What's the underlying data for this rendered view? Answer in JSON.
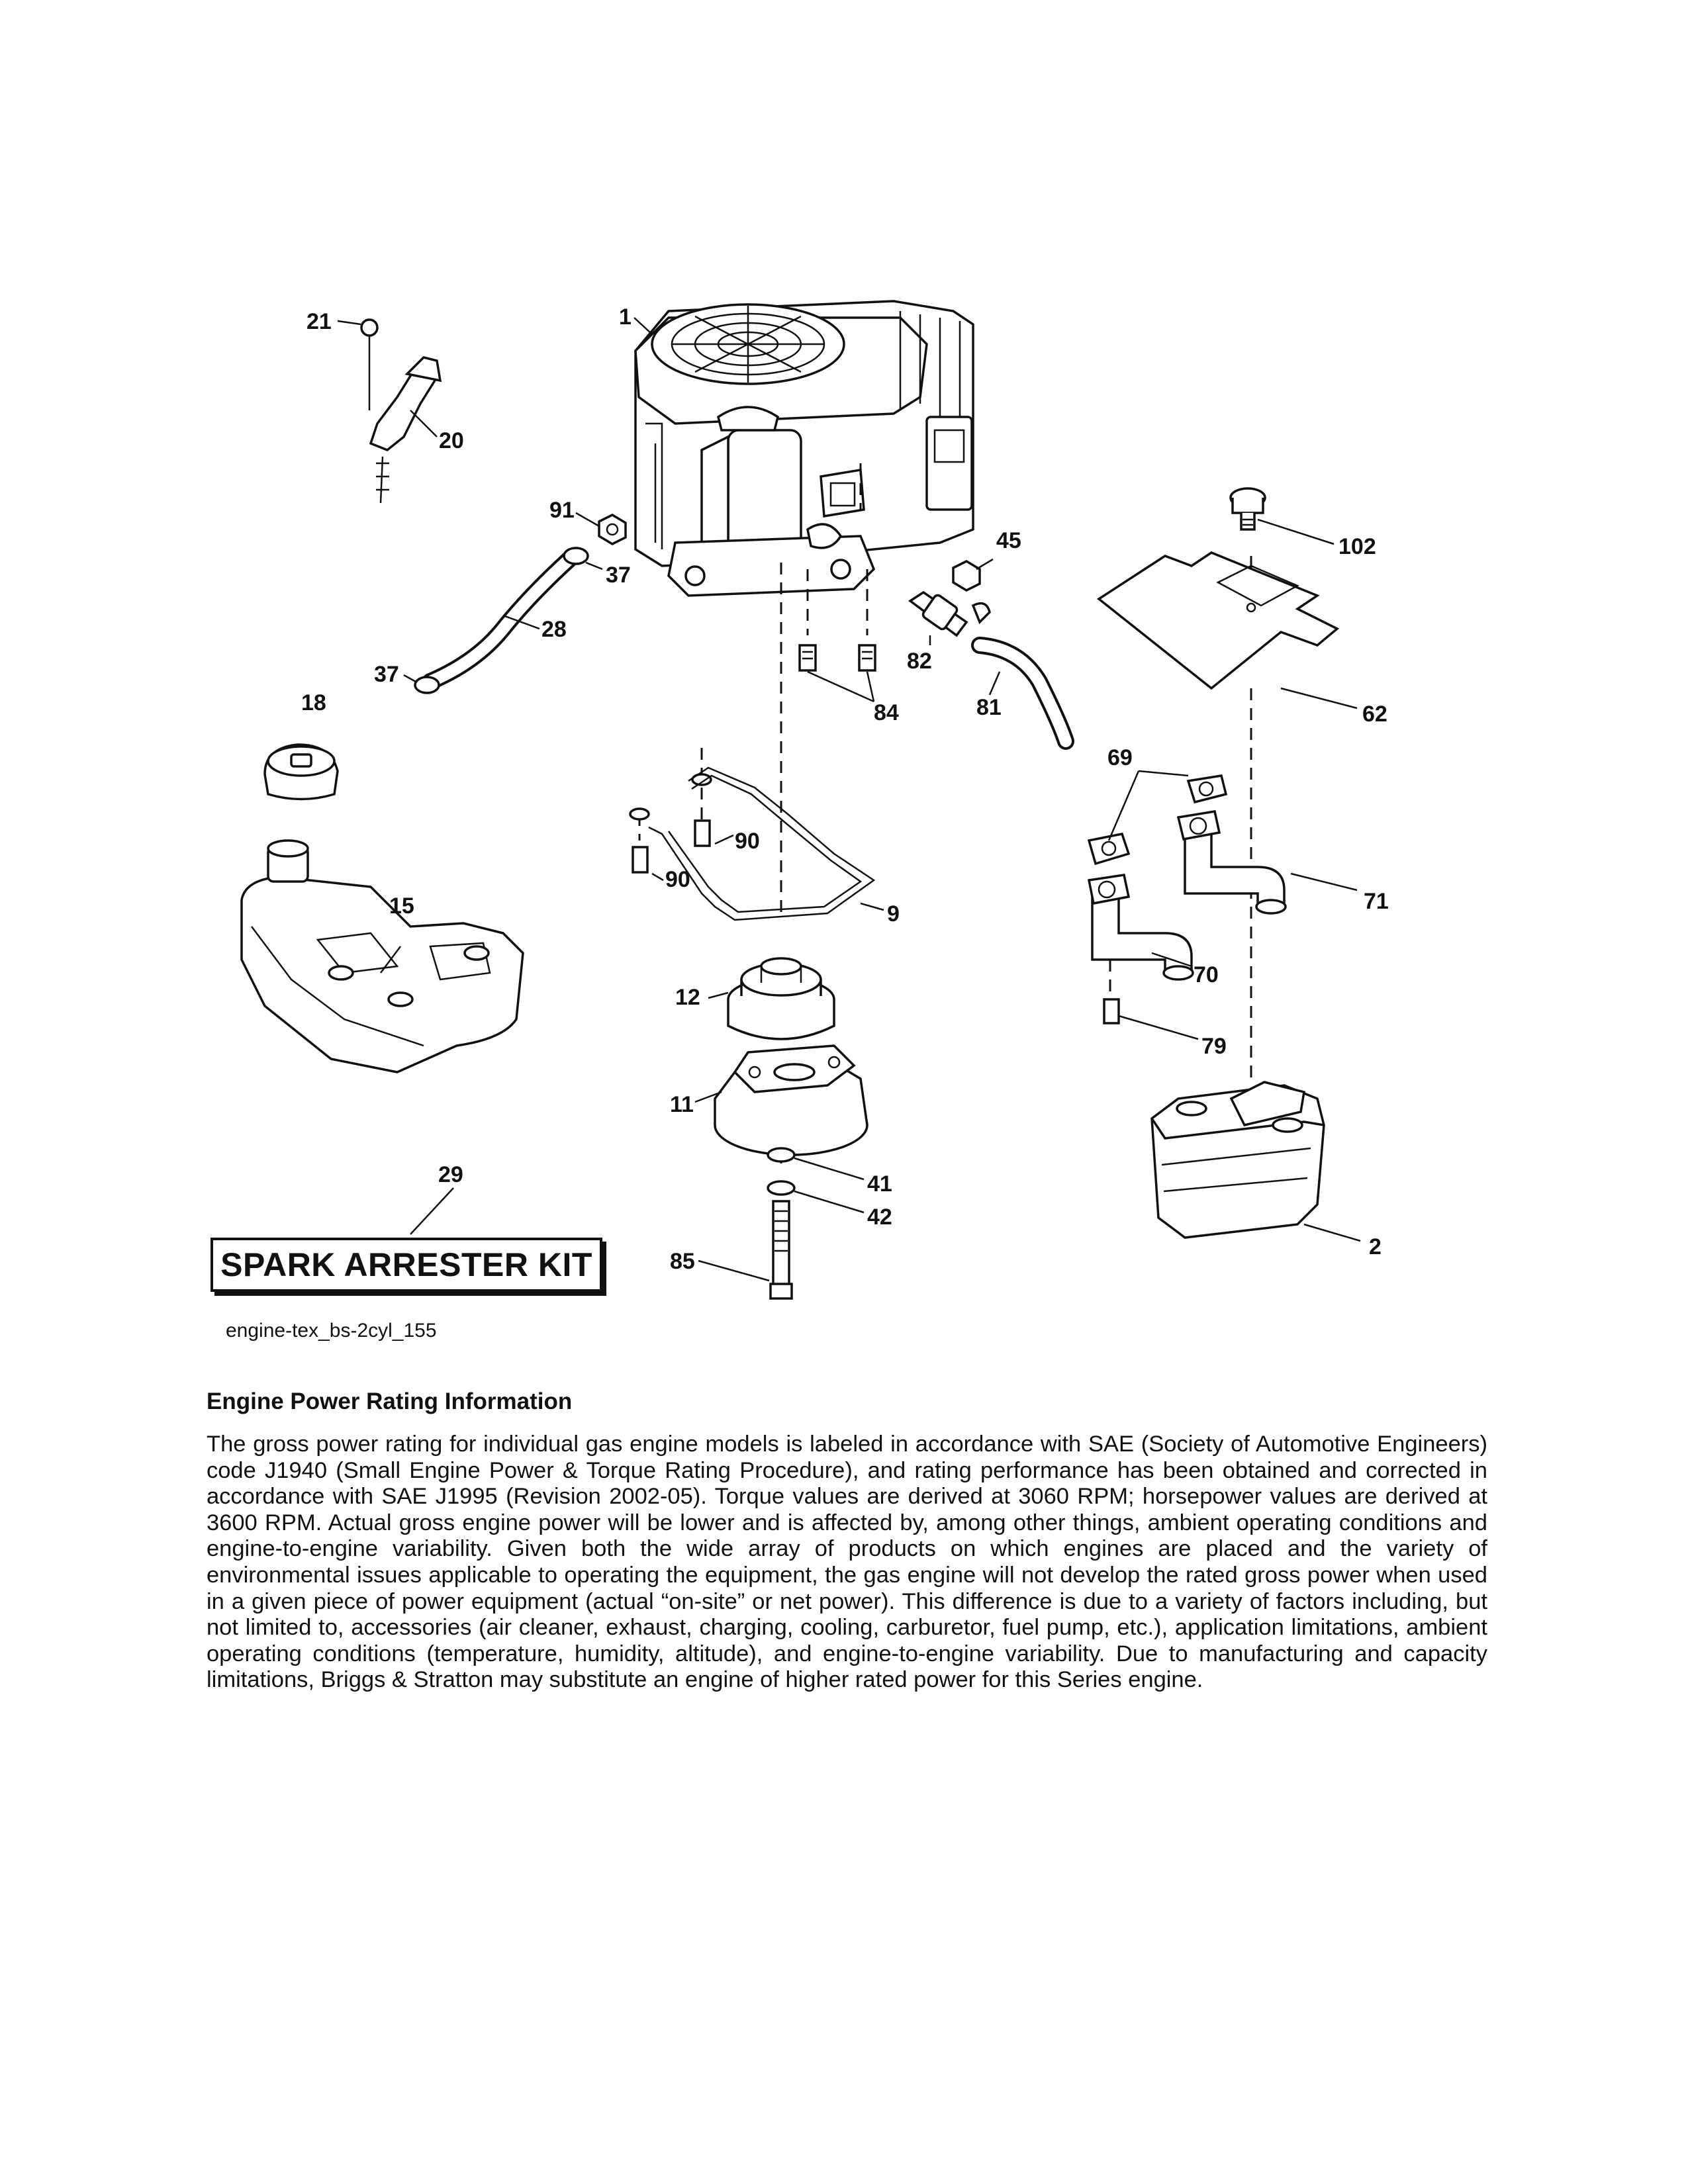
{
  "diagram": {
    "part_labels": [
      "1",
      "21",
      "20",
      "91",
      "37",
      "28",
      "37",
      "18",
      "15",
      "45",
      "102",
      "82",
      "84",
      "81",
      "62",
      "69",
      "90",
      "90",
      "9",
      "71",
      "12",
      "70",
      "79",
      "11",
      "29",
      "41",
      "42",
      "85",
      "2"
    ]
  },
  "kit_label": "SPARK ARRESTER KIT",
  "diagram_id": "engine-tex_bs-2cyl_155",
  "info": {
    "title": "Engine Power Rating Information",
    "body": "The gross power rating for individual gas engine models is labeled in accordance with SAE (Society of Automotive Engineers) code J1940 (Small Engine Power & Torque Rating Procedure), and rating performance has been obtained and corrected in accordance with SAE J1995 (Revision 2002-05). Torque values are derived at 3060 RPM; horsepower values are derived at 3600 RPM. Actual gross engine power will be lower and is affected by, among other things, ambient operating conditions and engine-to-engine variability. Given both the wide array of products on which engines are placed and the variety of environmental issues applicable to operating the equipment, the gas engine will not develop the rated gross power when used in a given piece of power equipment (actual “on-site” or net power). This difference is due to a variety of factors including, but not limited to, accessories (air cleaner, exhaust, charging, cooling, carburetor, fuel pump, etc.), application limitations, ambient operating conditions (temperature, humidity, altitude), and engine-to-engine variability. Due to manufacturing and capacity limitations, Briggs & Stratton may substitute an engine of higher rated power for this Series engine."
  }
}
